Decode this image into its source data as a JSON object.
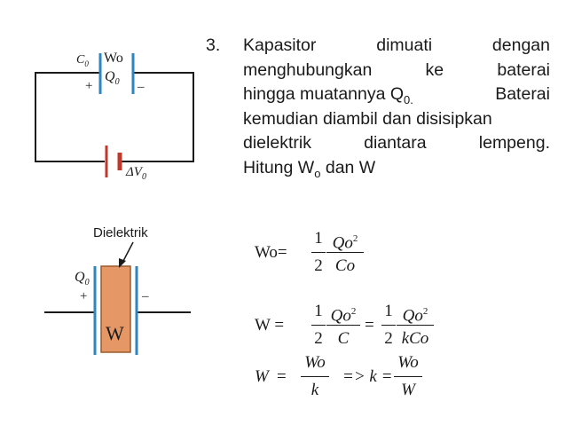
{
  "problem": {
    "number": "3.",
    "line1": [
      "Kapasitor",
      "dimuati",
      "dengan"
    ],
    "line2": [
      "menghubungkan",
      "ke",
      "baterai"
    ],
    "line3_a": "hingga muatannya Q",
    "line3_sub": "0.",
    "line3_b": "Baterai",
    "line4": "kemudian diambil dan disisipkan",
    "line5": [
      "dielektrik",
      "diantara",
      "lempeng."
    ],
    "line6_a": "Hitung W",
    "line6_sub": "o",
    "line6_b": " dan W"
  },
  "circuit1": {
    "c_label": "C",
    "c_sub": "0",
    "w_label": "Wo",
    "q_label": "Q",
    "q_sub": "0",
    "plus": "+",
    "minus": "–",
    "dv_label": "ΔV",
    "dv_sub": "0"
  },
  "circuit2": {
    "dielectric_label": "Dielektrik",
    "q_label": "Q",
    "q_sub": "0",
    "plus": "+",
    "minus": "–",
    "w_label": "W"
  },
  "formulas": {
    "f1_lhs": "Wo=",
    "f1_one": "1",
    "f1_two": "2",
    "f1_num": "Qo",
    "f1_num_sup": "2",
    "f1_den": "Co",
    "f2_lhs": "W =",
    "f2_one": "1",
    "f2_two": "2",
    "f2_num": "Qo",
    "f2_num_sup": "2",
    "f2_den": "C",
    "f2_eq": "=",
    "f2_one_b": "1",
    "f2_two_b": "2",
    "f2_num_b": "Qo",
    "f2_num_b_sup": "2",
    "f2_den_b": "kCo",
    "f3_lhs": "W",
    "f3_eq": "=",
    "f3_num": "Wo",
    "f3_den": "k",
    "f3_arrow": "=> k =",
    "f3_num_b": "Wo",
    "f3_den_b": "W"
  },
  "colors": {
    "plate": "#2e86c1",
    "wire": "#1a1a1a",
    "battery": "#c0392b",
    "dielectric_fill": "#e59866",
    "dielectric_stroke": "#9c5a2c"
  }
}
